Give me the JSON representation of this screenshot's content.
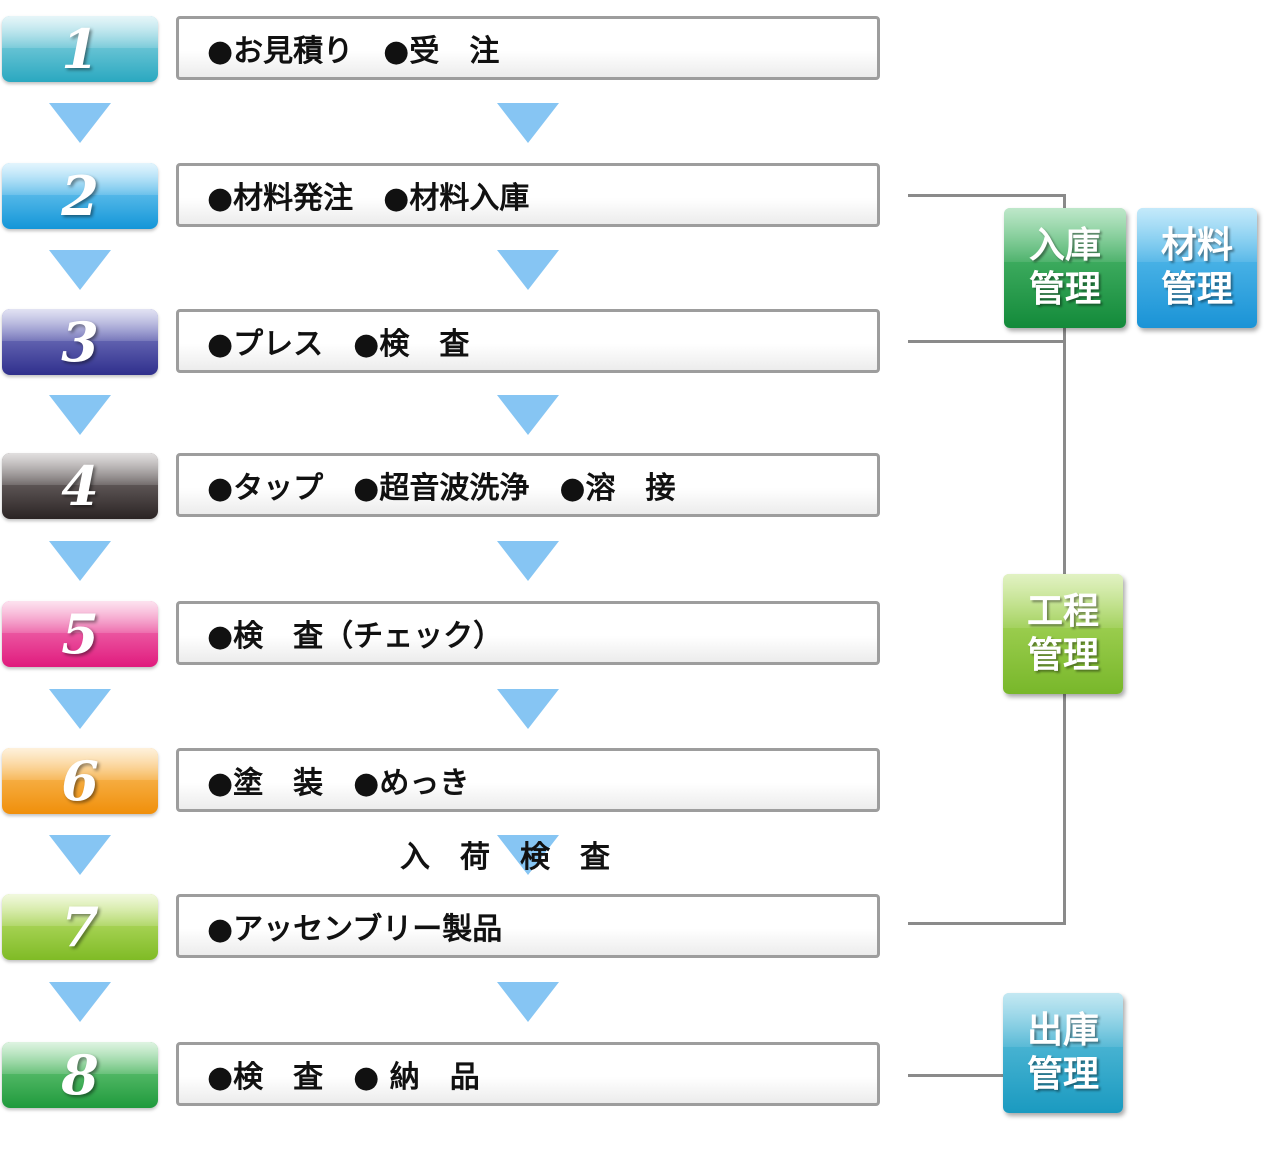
{
  "steps": [
    {
      "number": "1",
      "text": "●お見積り　●受　注",
      "color_top": "#9ddbe6",
      "color_bottom": "#2aa8c0"
    },
    {
      "number": "2",
      "text": "●材料発注　●材料入庫",
      "color_top": "#8fd6f7",
      "color_bottom": "#1396d8"
    },
    {
      "number": "3",
      "text": "●プレス　●検　査",
      "color_top": "#8d8fd0",
      "color_bottom": "#2f2f8c"
    },
    {
      "number": "4",
      "text": "●タップ　●超音波洗浄　●溶　接",
      "color_top": "#8a8282",
      "color_bottom": "#2b2424"
    },
    {
      "number": "5",
      "text": "●検　査（チェック）",
      "color_top": "#f58cc0",
      "color_bottom": "#e01a7d"
    },
    {
      "number": "6",
      "text": "●塗　装　●めっき",
      "color_top": "#fbc873",
      "color_bottom": "#f08f0a"
    },
    {
      "number": "7",
      "text": "●アッセンブリー製品",
      "color_top": "#c8e67c",
      "color_bottom": "#7fbb25"
    },
    {
      "number": "8",
      "text": "●検　査　● 納　品",
      "color_top": "#7dd189",
      "color_bottom": "#1f9a3c"
    }
  ],
  "inspection_label": "入　荷　検　査",
  "management": {
    "nyuko": {
      "label": "入庫\n管理",
      "color_top": "#5dc47a",
      "color_bottom": "#138a3a"
    },
    "zairyo": {
      "label": "材料\n管理",
      "color_top": "#6cc9f2",
      "color_bottom": "#1a93d6"
    },
    "koutei": {
      "label": "工程\n管理",
      "color_top": "#b5de6a",
      "color_bottom": "#78b72a"
    },
    "shukko": {
      "label": "出庫\n管理",
      "color_top": "#6bc6e0",
      "color_bottom": "#1a9ac0"
    }
  },
  "colors": {
    "arrow": "#86c5f3",
    "connector_line": "#8a8a8a",
    "box_border": "#9d9d9d"
  }
}
